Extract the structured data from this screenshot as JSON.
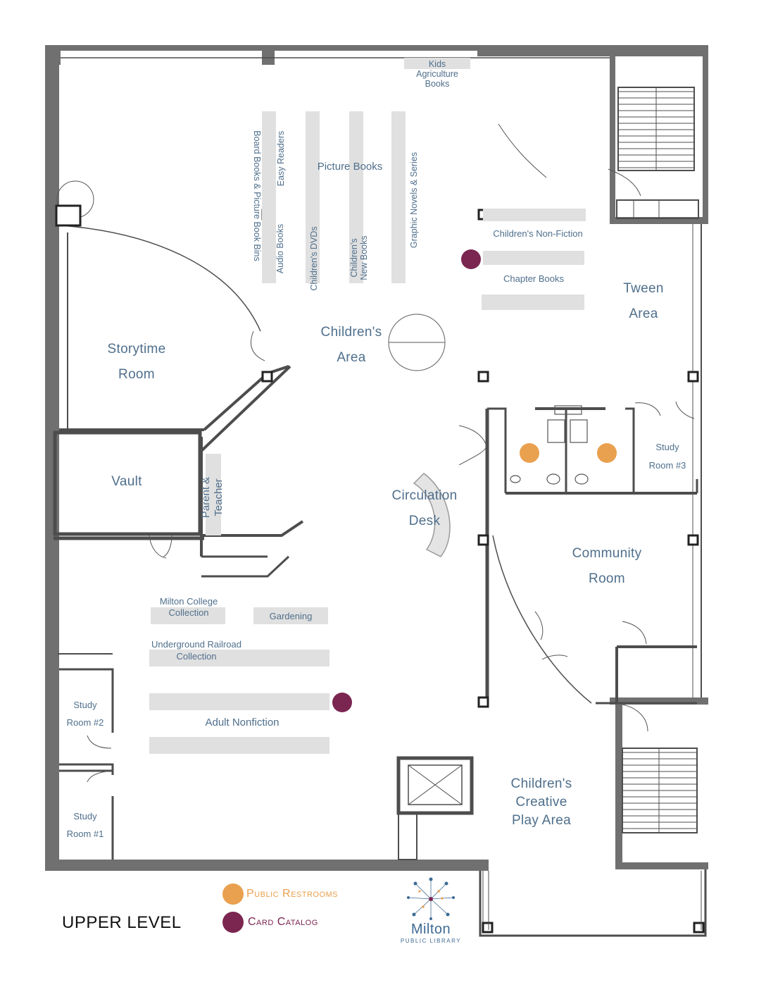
{
  "title": "UPPER LEVEL",
  "colors": {
    "wall": "#707070",
    "shelf": "#e0e0e0",
    "label": "#4f6f8c",
    "restroom": "#e9a04f",
    "catalog": "#7b2551"
  },
  "rooms": {
    "storytime": [
      "Storytime",
      "Room"
    ],
    "childrens_area": [
      "Children's",
      "Area"
    ],
    "tween": [
      "Tween",
      "Area"
    ],
    "vault": "Vault",
    "circulation": [
      "Circulation",
      "Desk"
    ],
    "community": [
      "Community",
      "Room"
    ],
    "study3": [
      "Study",
      "Room #3"
    ],
    "study2": [
      "Study",
      "Room #2"
    ],
    "study1": [
      "Study",
      "Room #1"
    ],
    "creative": [
      "Children's",
      "Creative",
      "Play Area"
    ],
    "parent_teacher": [
      "Parent &",
      "Teacher"
    ]
  },
  "collections": {
    "kids_ag": [
      "Kids",
      "Agriculture",
      "Books"
    ],
    "picture_books": "Picture Books",
    "board_books": [
      "Board Books & Picture Book Bins"
    ],
    "easy_readers": "Easy Readers",
    "audio_books": "Audio Books",
    "childrens_dvds": "Children's DVDs",
    "childrens_new_books": [
      "Children's",
      "New Books"
    ],
    "graphic_novels": "Graphic Novels & Series",
    "childrens_nonfiction": "Children's Non-Fiction",
    "chapter_books": "Chapter Books",
    "milton_college": [
      "Milton College",
      "Collection"
    ],
    "gardening": "Gardening",
    "underground_railroad": [
      "Underground Railroad",
      "Collection"
    ],
    "adult_nonfiction": "Adult Nonfiction"
  },
  "legend": {
    "restrooms": "Public Restrooms",
    "catalog": "Card Catalog"
  },
  "logo": {
    "name": "Milton",
    "sub": "PUBLIC LIBRARY"
  }
}
